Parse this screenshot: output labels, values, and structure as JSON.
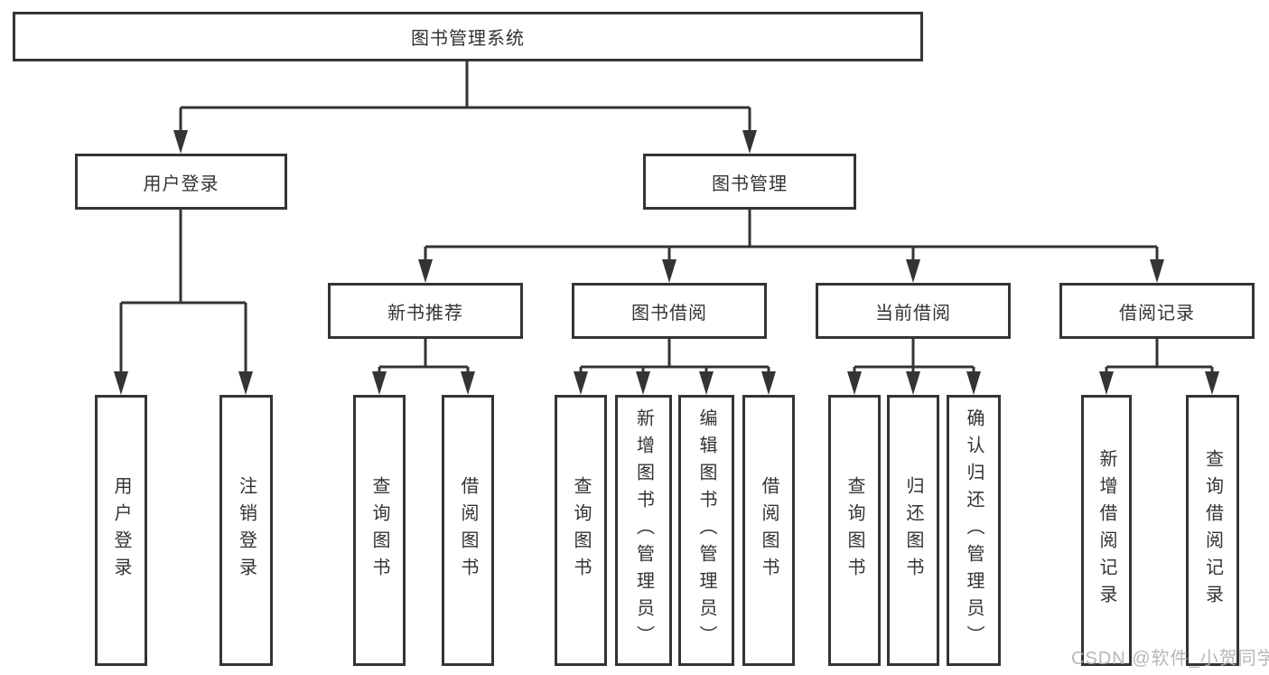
{
  "diagram_title": "图书管理系统",
  "tree": {
    "root": "图书管理系统",
    "children": [
      {
        "label": "用户登录",
        "children": [
          "用户登录",
          "注销登录"
        ]
      },
      {
        "label": "图书管理",
        "children": [
          {
            "label": "新书推荐",
            "children": [
              "查询图书",
              "借阅图书"
            ]
          },
          {
            "label": "图书借阅",
            "children": [
              "查询图书",
              "新增图书（管理员）",
              "编辑图书（管理员）",
              "借阅图书"
            ]
          },
          {
            "label": "当前借阅",
            "children": [
              "查询图书",
              "归还图书",
              "确认归还（管理员）"
            ]
          },
          {
            "label": "借阅记录",
            "children": [
              "新增借阅记录",
              "查询借阅记录"
            ]
          }
        ]
      }
    ]
  },
  "watermark": "CSDN @软件_小贺同学",
  "colors": {
    "line": "#343434",
    "text": "#333333",
    "background": "#ffffff",
    "watermark": "#afafaf"
  }
}
